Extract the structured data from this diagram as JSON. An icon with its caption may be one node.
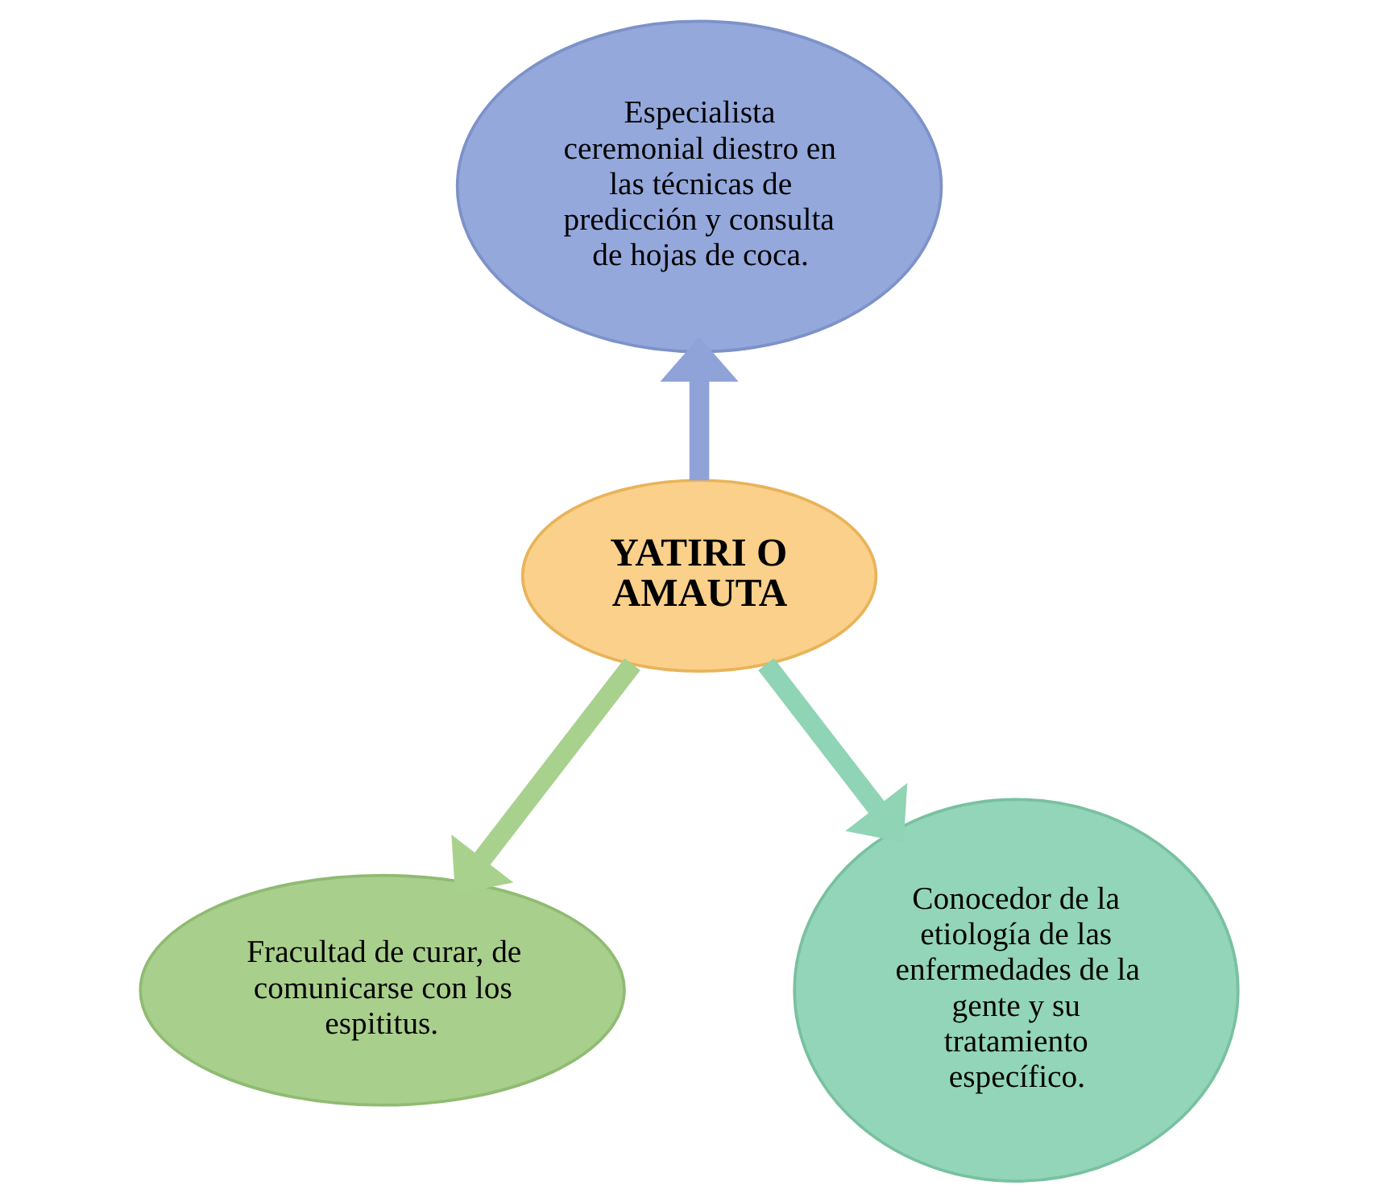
{
  "diagram": {
    "nodes": [
      {
        "text": [
          "YATIRI O AMAUTA"
        ]
      },
      {
        "text": [
          "Especialista ceremonial diestro en las técnicas de predicción y consulta de hojas de coca."
        ]
      },
      {
        "text": [
          "Fracultad de curar, de comunicarse con los espititus."
        ]
      },
      {
        "text": [
          "Conocedor de la etiología de las enfermedades de la gente y su tratamiento específico."
        ]
      }
    ],
    "edges": [
      {
        "from": 0,
        "to": 1,
        "arrow": "to",
        "color": "#8fa3d9"
      },
      {
        "from": 0,
        "to": 2,
        "arrow": "to",
        "color": "#a9d18e"
      },
      {
        "from": 0,
        "to": 3,
        "arrow": "to",
        "color": "#8fd4b4"
      }
    ]
  }
}
